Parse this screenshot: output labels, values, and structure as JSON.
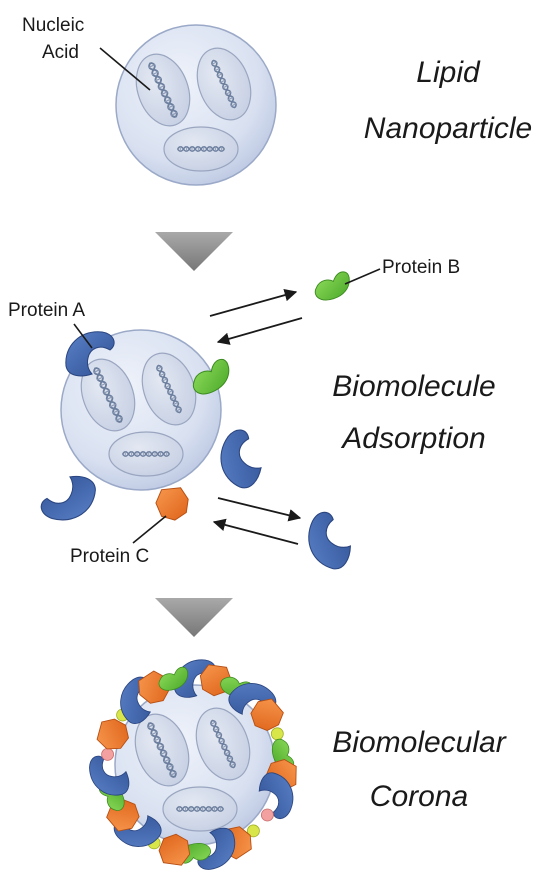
{
  "labels": {
    "nucleic_acid_line1": "Nucleic",
    "nucleic_acid_line2": "Acid",
    "protein_a": "Protein A",
    "protein_b": "Protein B",
    "protein_c": "Protein C"
  },
  "stages": {
    "stage1_line1": "Lipid",
    "stage1_line2": "Nanoparticle",
    "stage2_line1": "Biomolecule",
    "stage2_line2": "Adsorption",
    "stage3_line1": "Biomolecular",
    "stage3_line2": "Corona"
  },
  "colors": {
    "particle": "#d7dff0",
    "particle_edge": "#9aa9c8",
    "protein_a": "#3e62a8",
    "protein_b": "#63c23a",
    "protein_c": "#ee7a2e",
    "yellow": "#d8e64a",
    "pink": "#f2a0a0",
    "arrowhead": "#8c8c8c"
  }
}
